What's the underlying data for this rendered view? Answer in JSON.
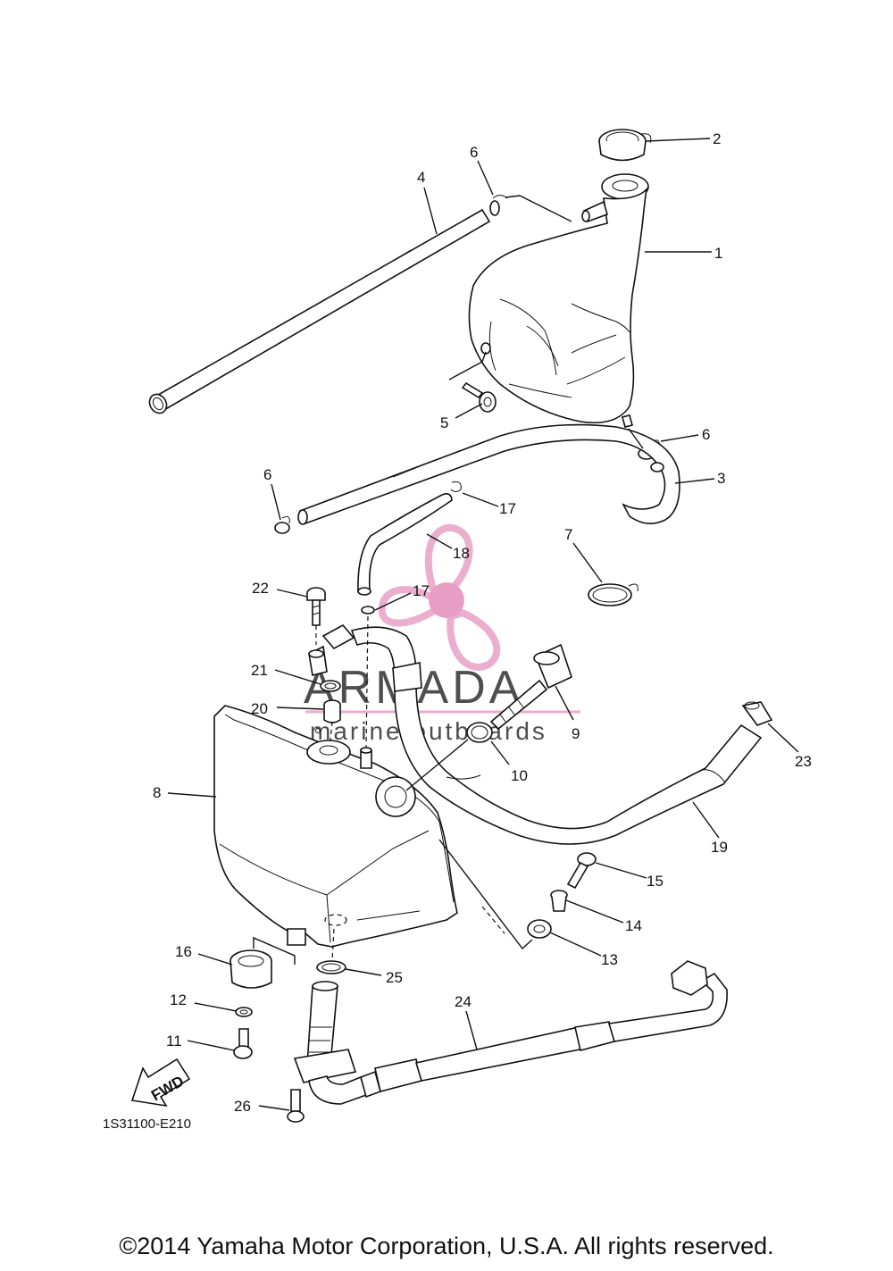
{
  "diagram": {
    "callouts": [
      {
        "label": "1"
      },
      {
        "label": "2"
      },
      {
        "label": "3"
      },
      {
        "label": "4"
      },
      {
        "label": "5"
      },
      {
        "label": "6"
      },
      {
        "label": "6"
      },
      {
        "label": "6"
      },
      {
        "label": "7"
      },
      {
        "label": "8"
      },
      {
        "label": "9"
      },
      {
        "label": "10"
      },
      {
        "label": "11"
      },
      {
        "label": "12"
      },
      {
        "label": "13"
      },
      {
        "label": "14"
      },
      {
        "label": "15"
      },
      {
        "label": "16"
      },
      {
        "label": "17"
      },
      {
        "label": "17"
      },
      {
        "label": "18"
      },
      {
        "label": "19"
      },
      {
        "label": "20"
      },
      {
        "label": "21"
      },
      {
        "label": "22"
      },
      {
        "label": "23"
      },
      {
        "label": "24"
      },
      {
        "label": "25"
      },
      {
        "label": "26"
      }
    ],
    "fwd_label": "FWD",
    "diagram_code": "1S31100-E210"
  },
  "watermark": {
    "title": "ARMADA",
    "subtitle": "marine outboards",
    "color": "#e9a6c9"
  },
  "footer": {
    "copyright": "©2014 Yamaha Motor Corporation, U.S.A. All rights reserved."
  }
}
